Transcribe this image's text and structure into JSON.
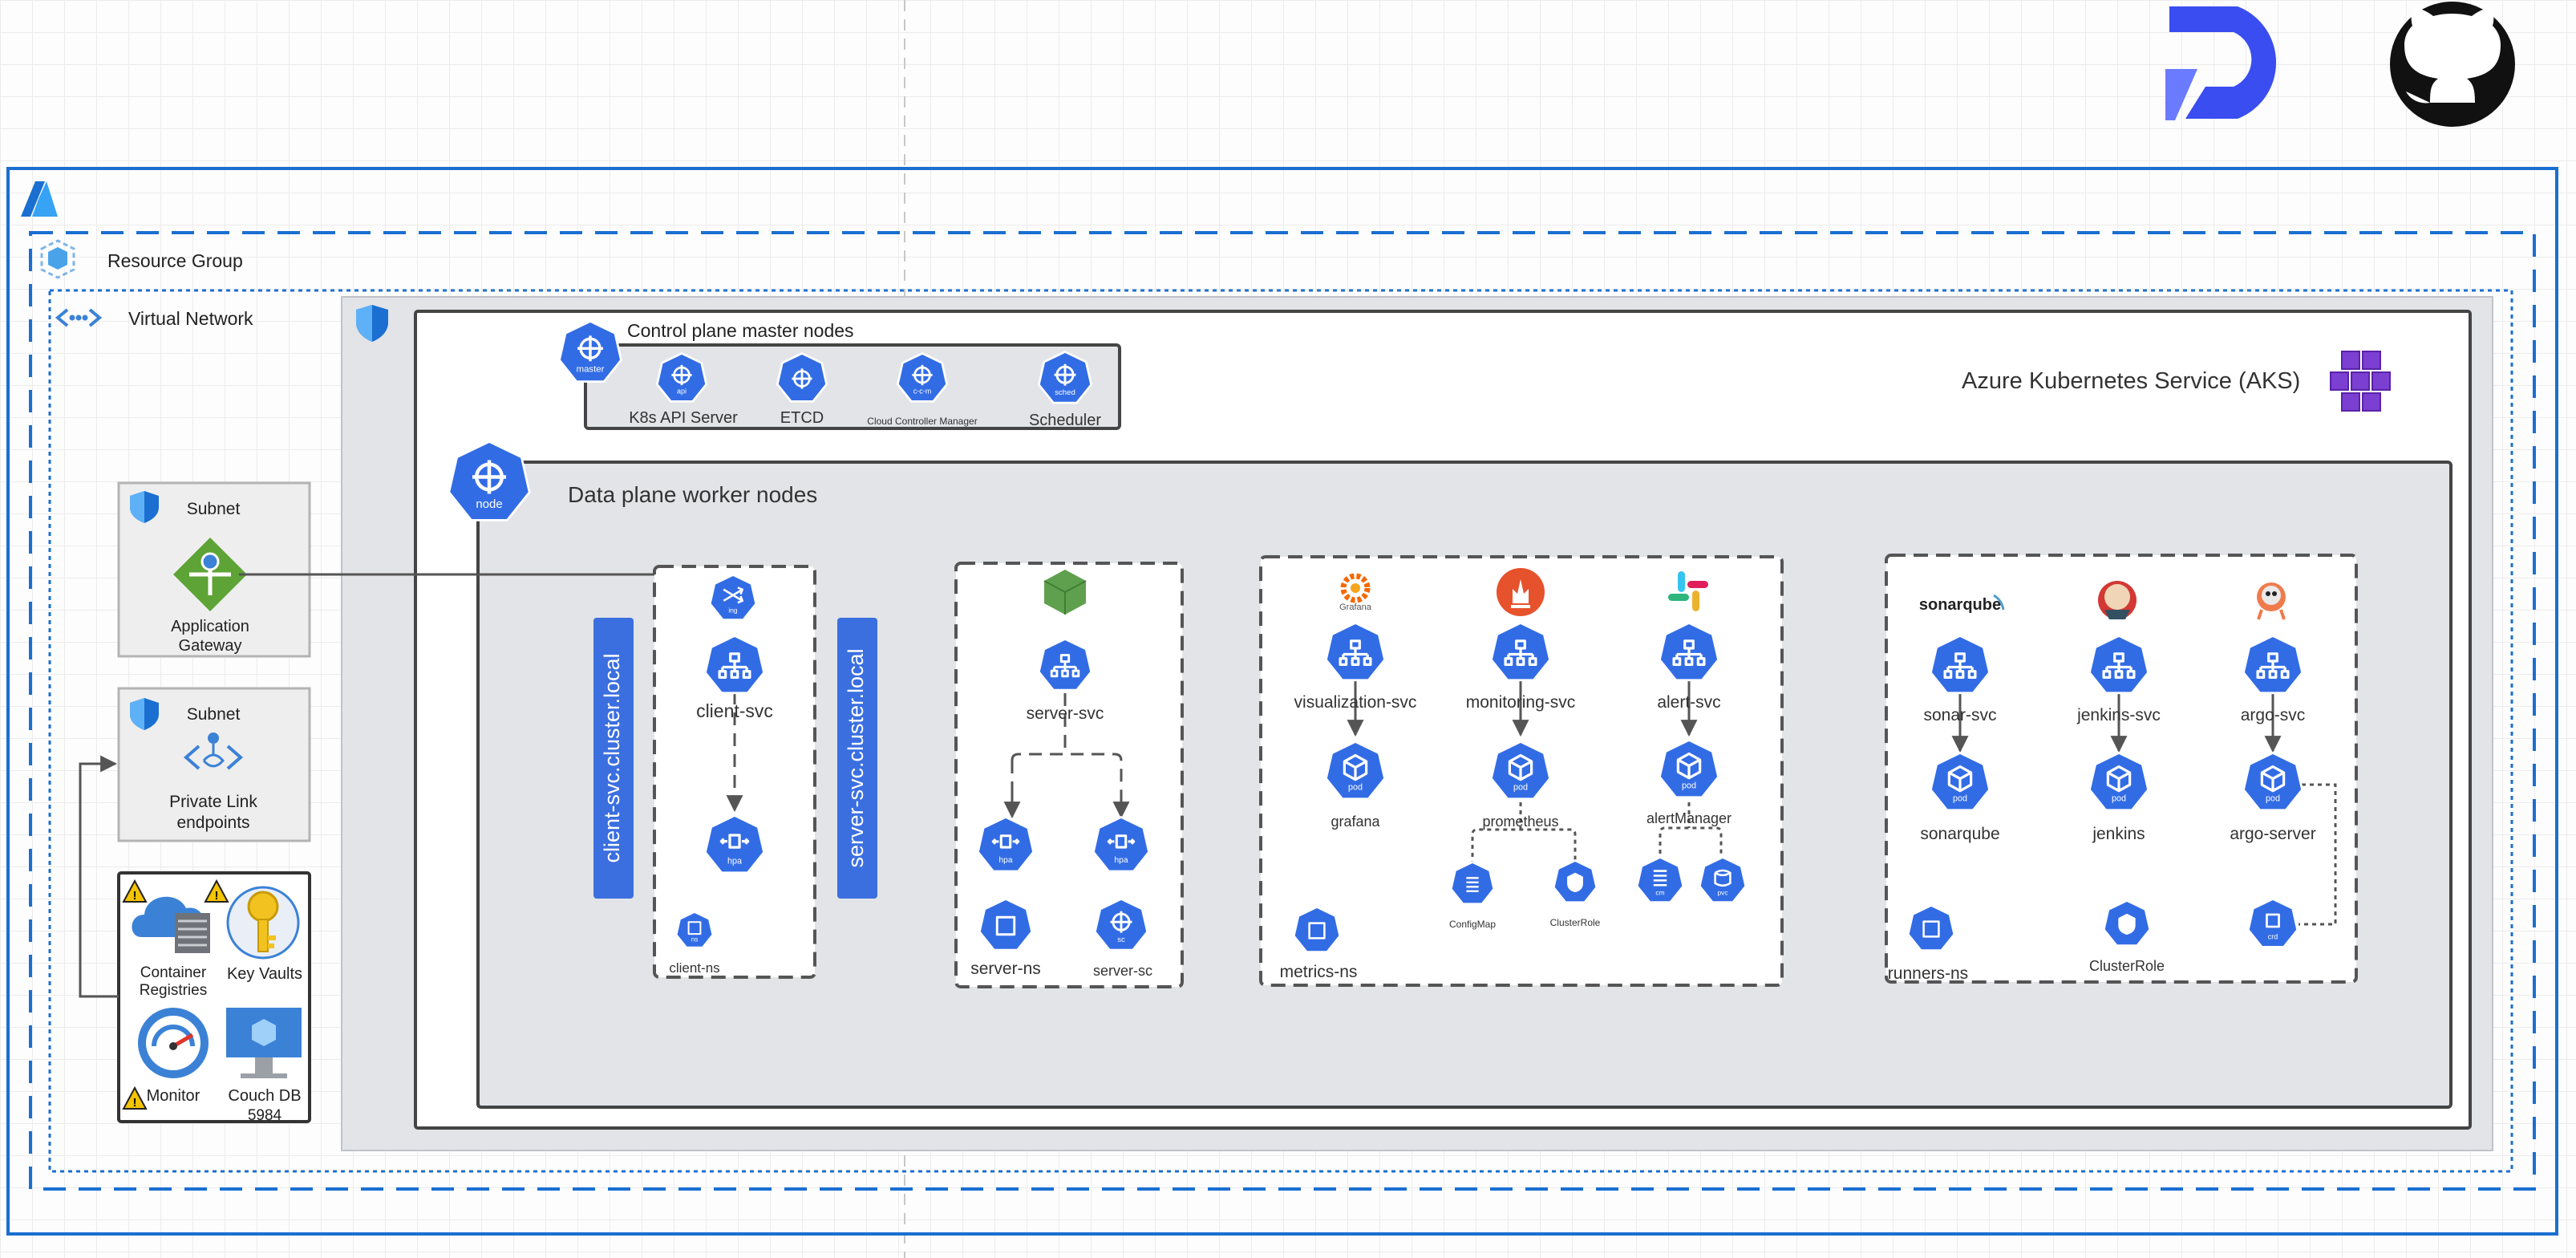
{
  "labels": {
    "resource_group": "Resource Group",
    "virtual_network": "Virtual Network",
    "subnet_1": "Subnet",
    "app_gateway_l1": "Application",
    "app_gateway_l2": "Gateway",
    "subnet_2": "Subnet",
    "private_link_l1": "Private Link",
    "private_link_l2": "endpoints",
    "container_registries_l1": "Container",
    "container_registries_l2": "Registries",
    "key_vaults": "Key Vaults",
    "monitor": "Monitor",
    "couch_db": "Couch DB",
    "couch_port": "5984",
    "control_plane": "Control plane master nodes",
    "k8s_api_server": "K8s API Server",
    "etcd": "ETCD",
    "cloud_controller_manager": "Cloud Controller Manager",
    "scheduler": "Scheduler",
    "aks": "Azure Kubernetes Service (AKS)",
    "data_plane": "Data plane worker nodes",
    "client_dns": "client-svc.cluster.local",
    "server_dns": "server-svc.cluster.local",
    "client_svc": "client-svc",
    "client_ns": "client-ns",
    "server_svc": "server-svc",
    "server_ns": "server-ns",
    "server_sc": "server-sc",
    "grafana_logo": "Grafana",
    "visualization_svc": "visualization-svc",
    "grafana": "grafana",
    "monitoring_svc": "monitoring-svc",
    "prometheus": "prometheus",
    "configmap": "ConfigMap",
    "clusterrole_metrics": "ClusterRole",
    "alert_svc": "alert-svc",
    "alertmanager": "alertManager",
    "metrics_ns": "metrics-ns",
    "sonarqube_logo": "sonarqube",
    "sonar_svc": "sonar-svc",
    "sonarqube": "sonarqube",
    "jenkins_svc": "jenkins-svc",
    "jenkins": "jenkins",
    "argo_svc": "argo-svc",
    "argo_server": "argo-server",
    "runners_ns": "runners-ns",
    "clusterrole_runners": "ClusterRole",
    "icon_master": "master",
    "icon_api": "api",
    "icon_ccm": "c-c-m",
    "icon_sched": "sched",
    "icon_node": "node",
    "icon_ing": "ing",
    "icon_hpa": "hpa",
    "icon_ns": "ns",
    "icon_sc": "sc",
    "icon_pod": "pod",
    "icon_cm": "cm",
    "icon_pvc": "pvc",
    "icon_crd": "crd"
  },
  "colors": {
    "k8s_blue": "#326ce5",
    "azure_blue": "#1a6fd1",
    "dns_box": "#3b6fe0",
    "panel_gray": "#e2e4e8",
    "aks_purple": "#7b3fd1",
    "grafana_orange": "#f46800",
    "prometheus_orange": "#e6522c",
    "node_green": "#5fa04e"
  },
  "icons": [
    "azure-logo-icon",
    "resource-group-cube-icon",
    "vnet-icon",
    "shield-icon",
    "app-gateway-icon",
    "private-link-icon",
    "container-registry-icon",
    "key-vault-icon",
    "monitor-gauge-icon",
    "couchdb-monitor-icon",
    "warning-icon",
    "aks-cubes-icon",
    "kubernetes-hexagon-icon",
    "grafana-icon",
    "prometheus-icon",
    "slack-icon",
    "sonarqube-icon",
    "jenkins-icon",
    "argo-icon",
    "port-logo-icon",
    "github-icon"
  ]
}
